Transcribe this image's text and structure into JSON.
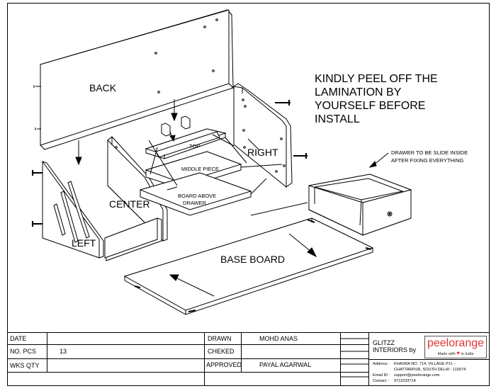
{
  "labels": {
    "back": "BACK",
    "right": "RIGHT",
    "center": "CENTER",
    "left": "LEFT",
    "top": "TOP",
    "middle_piece": "MIDDLE PIECE",
    "board_above_drawer": [
      "BOARD ABOVE",
      "DRAWER"
    ],
    "base_board": "BASE BOARD",
    "drawer_note": [
      "DRAWER TO BE SLIDE INSIDE",
      "AFTER FIXING EVERYTHING"
    ]
  },
  "instruction": [
    "KINDLY  PEEL OFF THE",
    "LAMINATION BY",
    "YOURSELF BEFORE",
    "INSTALL"
  ],
  "title_block": {
    "date_label": "DATE",
    "date_value": "",
    "pcs_label": "NO. PCS",
    "pcs_value": "13",
    "wks_label": "WKS QTY",
    "wks_value": "",
    "drawn_label": "DRAWN",
    "drawn_value": "MOHD ANAS",
    "checked_label": "CHEKED",
    "checked_value": "",
    "approved_label": "APPROVED",
    "approved_value": "PAYAL AGARWAL",
    "company": [
      "GLITZZ",
      "INTERIORS  by"
    ],
    "logo_brand": "peelorange",
    "logo_tag_before": "Made with",
    "logo_tag_after": "in India",
    "address_label": "Address :",
    "address_lines": [
      "KHASRA NO. 714, VILLAGE P.O. -",
      "CHATTARPUR, SOUTH DELHI - 110074"
    ],
    "email_label": "Email ID :",
    "email_value": "support@peelorange.com",
    "contact_label": "Contact :",
    "contact_value": "9711533714"
  },
  "colors": {
    "line": "#000000",
    "accent": "#e03535",
    "panel": "#ffffff"
  },
  "icons": {
    "heart": "heart-icon"
  }
}
